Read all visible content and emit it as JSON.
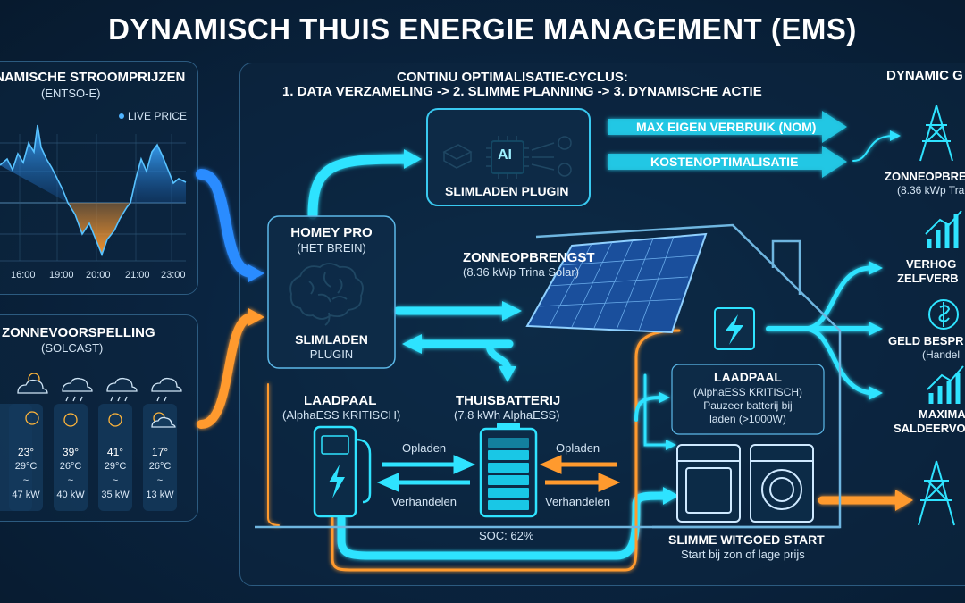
{
  "title": "DYNAMISCH THUIS ENERGIE MANAGEMENT (EMS)",
  "prices": {
    "title": "NAMISCHE STROOMPRIJZEN",
    "subtitle": "(ENTSO-E)",
    "legend": "LIVE PRICE",
    "ticks": [
      "16:00",
      "19:00",
      "20:00",
      "21:00",
      "23:00"
    ]
  },
  "forecast": {
    "title": "ZONNEVOORSPELLING",
    "subtitle": "(SOLCAST)",
    "days": [
      {
        "temp": "23°",
        "sub": "29°C",
        "sep": "~",
        "kw": "47 kW"
      },
      {
        "temp": "39°",
        "sub": "26°C",
        "sep": "~",
        "kw": "40 kW"
      },
      {
        "temp": "41°",
        "sub": "29°C",
        "sep": "~",
        "kw": "35 kW"
      },
      {
        "temp": "17°",
        "sub": "26°C",
        "sep": "~",
        "kw": "13 kW"
      }
    ]
  },
  "cycle": {
    "line1": "CONTINU OPTIMALISATIE-CYCLUS:",
    "line2": "1. DATA VERZAMELING -> 2. SLIMME PLANNING -> 3. DYNAMISCHE ACTIE"
  },
  "plugin": {
    "label": "SLIMLADEN PLUGIN",
    "chip": "AI"
  },
  "goals": {
    "max": "MAX EIGEN VERBRUIK (NOM)",
    "cost": "KOSTENOPTIMALISATIE"
  },
  "homey": {
    "title": "HOMEY PRO",
    "subtitle": "(HET BREIN)",
    "label1": "SLIMLADEN",
    "label2": "PLUGIN"
  },
  "solar": {
    "title": "ZONNEOPBRENGST",
    "subtitle": "(8.36 kWp Trina Solar)"
  },
  "laadpaal": {
    "title": "LAADPAAL",
    "subtitle": "(AlphaESS KRITISCH)"
  },
  "battery": {
    "title": "THUISBATTERIJ",
    "subtitle": "(7.8 kWh AlphaESS)",
    "soc": "SOC: 62%"
  },
  "flows": {
    "charge": "Opladen",
    "trade": "Verhandelen"
  },
  "laadpaal_note": {
    "title": "LAADPAAL",
    "line1": "(AlphaESS KRITISCH)",
    "line2": "Pauzeer batterij bij",
    "line3": "laden (>1000W)"
  },
  "appliance": {
    "title": "SLIMME WITGOED START",
    "subtitle": "Start bij zon of lage prijs"
  },
  "right": {
    "header": "DYNAMIC G",
    "solar": "ZONNEOPBRE",
    "solar_sub": "(8.36 kWp Tra",
    "self1": "VERHOG",
    "self2": "ZELFVERB",
    "money": "GELD BESPR",
    "money_sub": "(Handel",
    "max1": "MAXIMA",
    "max2": "SALDEERVO"
  },
  "colors": {
    "cyan": "#2fe3ff",
    "orange": "#ff9a2e",
    "blue": "#2b8cff",
    "bg": "#071a2e"
  }
}
